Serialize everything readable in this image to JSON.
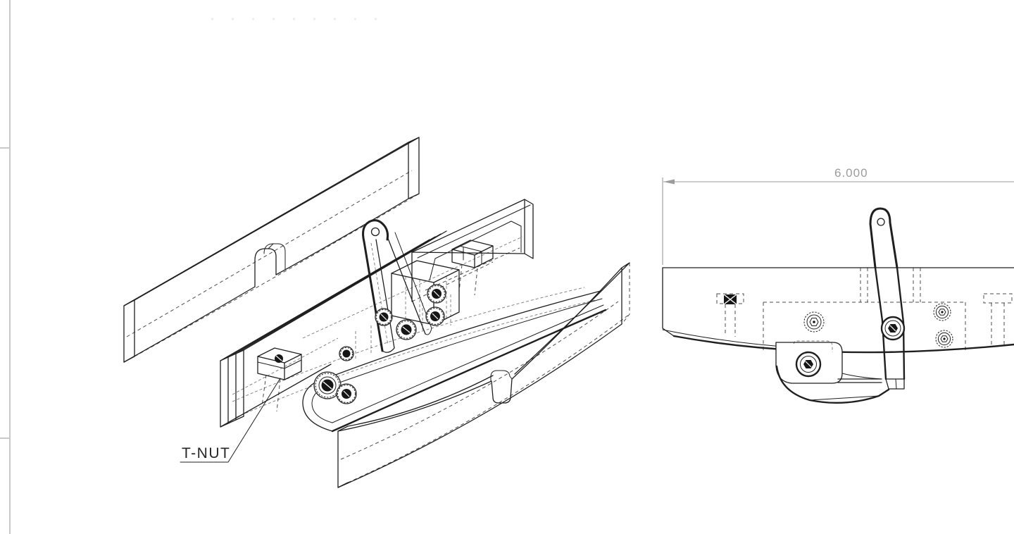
{
  "drawing": {
    "type": "cad-technical-drawing",
    "annotations": {
      "part_label": "T-NUT",
      "dimension_text": "6.000"
    },
    "colors": {
      "line": "#1f1f1f",
      "dim": "#9b9b9b",
      "edge": "#c9c9c9",
      "paper": "#ffffff"
    },
    "views": [
      {
        "name": "exploded-isometric-view",
        "description": "exploded assembly of cambered form boards, lamination stack, clamp lever, knurled knobs, t-nut block, slider block and frame plate"
      },
      {
        "name": "side-elevation-view",
        "description": "side view of cambered plate with clamp lever, hook latch, socket bolts and hidden t-nuts",
        "dimension_value": "6.000"
      }
    ],
    "line_styles": {
      "visible": "solid",
      "hidden": "dashed"
    }
  }
}
